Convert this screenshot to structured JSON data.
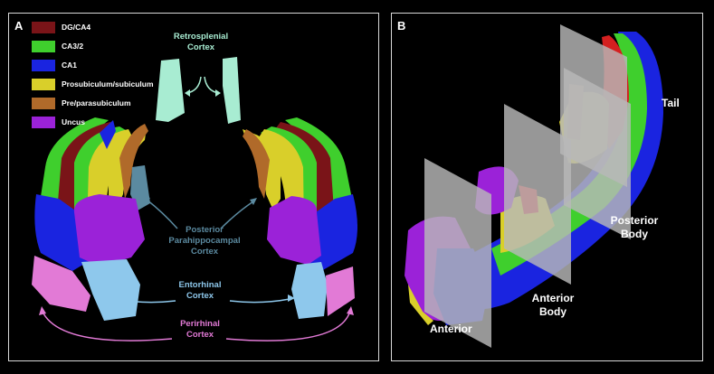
{
  "panel_a": {
    "label": "A",
    "legend": [
      {
        "label": "DG/CA4",
        "color": "#7a1418"
      },
      {
        "label": "CA3/2",
        "color": "#3fcf2d"
      },
      {
        "label": "CA1",
        "color": "#1a24e0"
      },
      {
        "label": "Prosubiculum/subiculum",
        "color": "#d9cf2a"
      },
      {
        "label": "Pre/parasubiculum",
        "color": "#b06a2a"
      },
      {
        "label": "Uncus",
        "color": "#9b22d8"
      }
    ],
    "regions": {
      "retrosplenial": {
        "line1": "Retrosplenial",
        "line2": "Cortex",
        "color": "#a8ecd2"
      },
      "parahippocampal": {
        "line1": "Posterior",
        "line2": "Parahippocampal",
        "line3": "Cortex",
        "color": "#5b8aa0"
      },
      "entorhinal": {
        "line1": "Entorhinal",
        "line2": "Cortex",
        "color": "#8ec8ec"
      },
      "perirhinal": {
        "line1": "Perirhinal",
        "line2": "Cortex",
        "color": "#e27ad6"
      }
    }
  },
  "panel_b": {
    "label": "B",
    "sections": {
      "tail": "Tail",
      "posterior_body": {
        "line1": "Posterior",
        "line2": "Body"
      },
      "anterior_body": {
        "line1": "Anterior",
        "line2": "Body"
      },
      "anterior": "Anterior"
    }
  }
}
